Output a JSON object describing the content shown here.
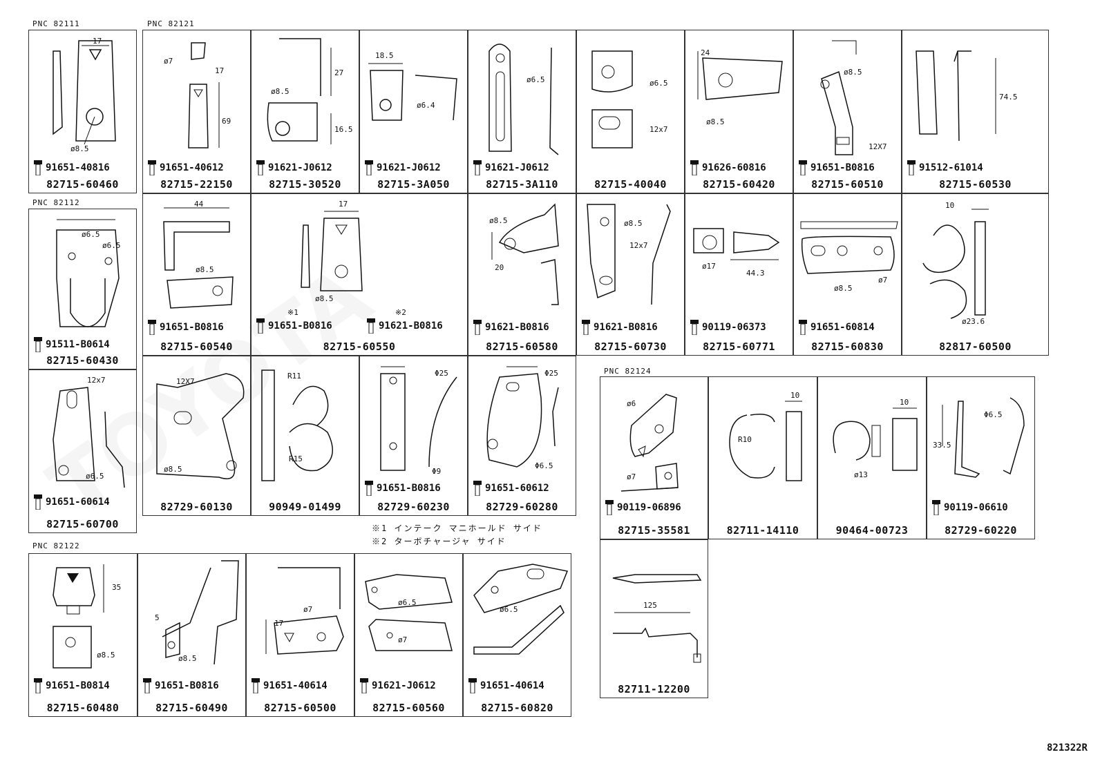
{
  "pnc_groups": [
    {
      "label": "PNC  82111"
    },
    {
      "label": "PNC  82121"
    },
    {
      "label": "PNC  82112"
    },
    {
      "label": "PNC  82122"
    },
    {
      "label": "PNC  82124"
    }
  ],
  "cells": [
    {
      "part": "82715-60460",
      "bolt": "91651-40816",
      "dims": [
        "17",
        "ø8.5"
      ]
    },
    {
      "part": "82715-22150",
      "bolt": "91651-40612",
      "dims": [
        "ø7",
        "17",
        "69"
      ]
    },
    {
      "part": "82715-30520",
      "bolt": "91621-J0612",
      "dims": [
        "27",
        "ø8.5",
        "16.5"
      ]
    },
    {
      "part": "82715-3A050",
      "bolt": "91621-J0612",
      "dims": [
        "18.5",
        "ø6.4"
      ]
    },
    {
      "part": "82715-3A110",
      "bolt": "91621-J0612",
      "dims": [
        "ø6.5"
      ]
    },
    {
      "part": "82715-40040",
      "bolt": "",
      "dims": [
        "ø6.5",
        "12x7"
      ]
    },
    {
      "part": "82715-60420",
      "bolt": "91626-60816",
      "dims": [
        "24",
        "ø8.5"
      ]
    },
    {
      "part": "82715-60510",
      "bolt": "91651-B0816",
      "dims": [
        "ø8.5",
        "12X7"
      ]
    },
    {
      "part": "82715-60530",
      "bolt": "91512-61014",
      "dims": [
        "74.5"
      ]
    },
    {
      "part": "82715-60430",
      "bolt": "91511-B0614",
      "dims": [
        "ø6.5",
        "ø6.5"
      ]
    },
    {
      "part": "82715-60540",
      "bolt": "91651-B0816",
      "dims": [
        "44",
        "ø8.5"
      ]
    },
    {
      "part": "82715-60550",
      "bolt": "91651-B0816",
      "bolt2": "91621-B0816",
      "dims": [
        "17",
        "ø8.5",
        "※1",
        "※2"
      ]
    },
    {
      "part": "82715-60580",
      "bolt": "91621-B0816",
      "dims": [
        "ø8.5",
        "20"
      ]
    },
    {
      "part": "82715-60730",
      "bolt": "91621-B0816",
      "dims": [
        "ø8.5",
        "12x7"
      ]
    },
    {
      "part": "82715-60771",
      "bolt": "90119-06373",
      "dims": [
        "ø17",
        "44.3"
      ]
    },
    {
      "part": "82715-60830",
      "bolt": "91651-60814",
      "dims": [
        "ø8.5",
        "ø7"
      ]
    },
    {
      "part": "82817-60500",
      "bolt": "",
      "dims": [
        "10",
        "ø23.6"
      ]
    },
    {
      "part": "82715-60700",
      "bolt": "91651-60614",
      "dims": [
        "12x7",
        "ø6.5"
      ]
    },
    {
      "part": "82729-60130",
      "bolt": "",
      "dims": [
        "12X7",
        "ø8.5"
      ]
    },
    {
      "part": "90949-01499",
      "bolt": "",
      "dims": [
        "R11",
        "R15"
      ]
    },
    {
      "part": "82729-60230",
      "bolt": "91651-B0816",
      "dims": [
        "Φ25",
        "Φ9"
      ]
    },
    {
      "part": "82729-60280",
      "bolt": "91651-60612",
      "dims": [
        "Φ25",
        "Φ6.5"
      ]
    },
    {
      "part": "82715-35581",
      "bolt": "90119-06896",
      "dims": [
        "ø6",
        "ø7"
      ]
    },
    {
      "part": "82711-14110",
      "bolt": "",
      "dims": [
        "10",
        "R10"
      ]
    },
    {
      "part": "90464-00723",
      "bolt": "",
      "dims": [
        "10",
        "ø13"
      ]
    },
    {
      "part": "82729-60220",
      "bolt": "90119-06610",
      "dims": [
        "Φ6.5",
        "33.5"
      ]
    },
    {
      "part": "82711-12200",
      "bolt": "",
      "dims": [
        "125"
      ]
    },
    {
      "part": "82715-60480",
      "bolt": "91651-B0814",
      "dims": [
        "35",
        "ø8.5"
      ]
    },
    {
      "part": "82715-60490",
      "bolt": "91651-B0816",
      "dims": [
        "5",
        "ø8.5"
      ]
    },
    {
      "part": "82715-60500",
      "bolt": "91651-40614",
      "dims": [
        "17",
        "ø7"
      ]
    },
    {
      "part": "82715-60560",
      "bolt": "91621-J0612",
      "dims": [
        "ø6.5",
        "ø7"
      ]
    },
    {
      "part": "82715-60820",
      "bolt": "91651-40614",
      "dims": [
        "ø6.5"
      ]
    }
  ],
  "notes": {
    "note1": "※1  インテーク  マニホールド  サイド",
    "note2": "※2  ターボチャージャ  サイド"
  },
  "ref": "821322R"
}
